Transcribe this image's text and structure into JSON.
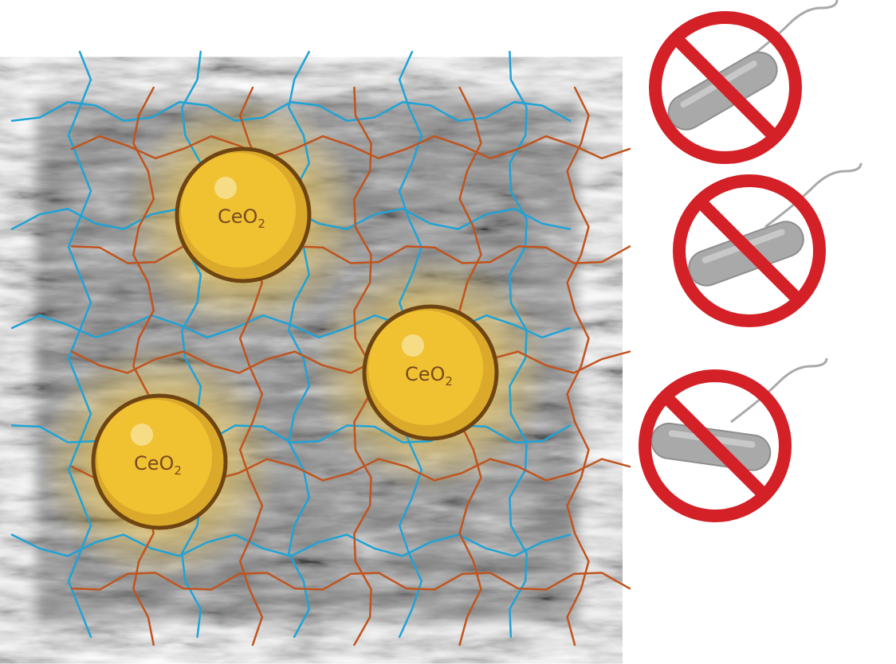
{
  "particles": [
    {
      "label": "CeO",
      "subscript": "2"
    },
    {
      "label": "CeO",
      "subscript": "2"
    },
    {
      "label": "CeO",
      "subscript": "2"
    }
  ],
  "colors": {
    "network_blue": "#1fa3d6",
    "network_orange": "#c0541e",
    "particle_fill": "#f0c232",
    "particle_border": "#6e4512",
    "prohibit_red": "#d42027",
    "bacteria_gray": "#a9a9a9",
    "sem_background": "#8a8a8a"
  },
  "icons": [
    "ceria-nanoparticle-icon",
    "no-bacteria-icon"
  ]
}
